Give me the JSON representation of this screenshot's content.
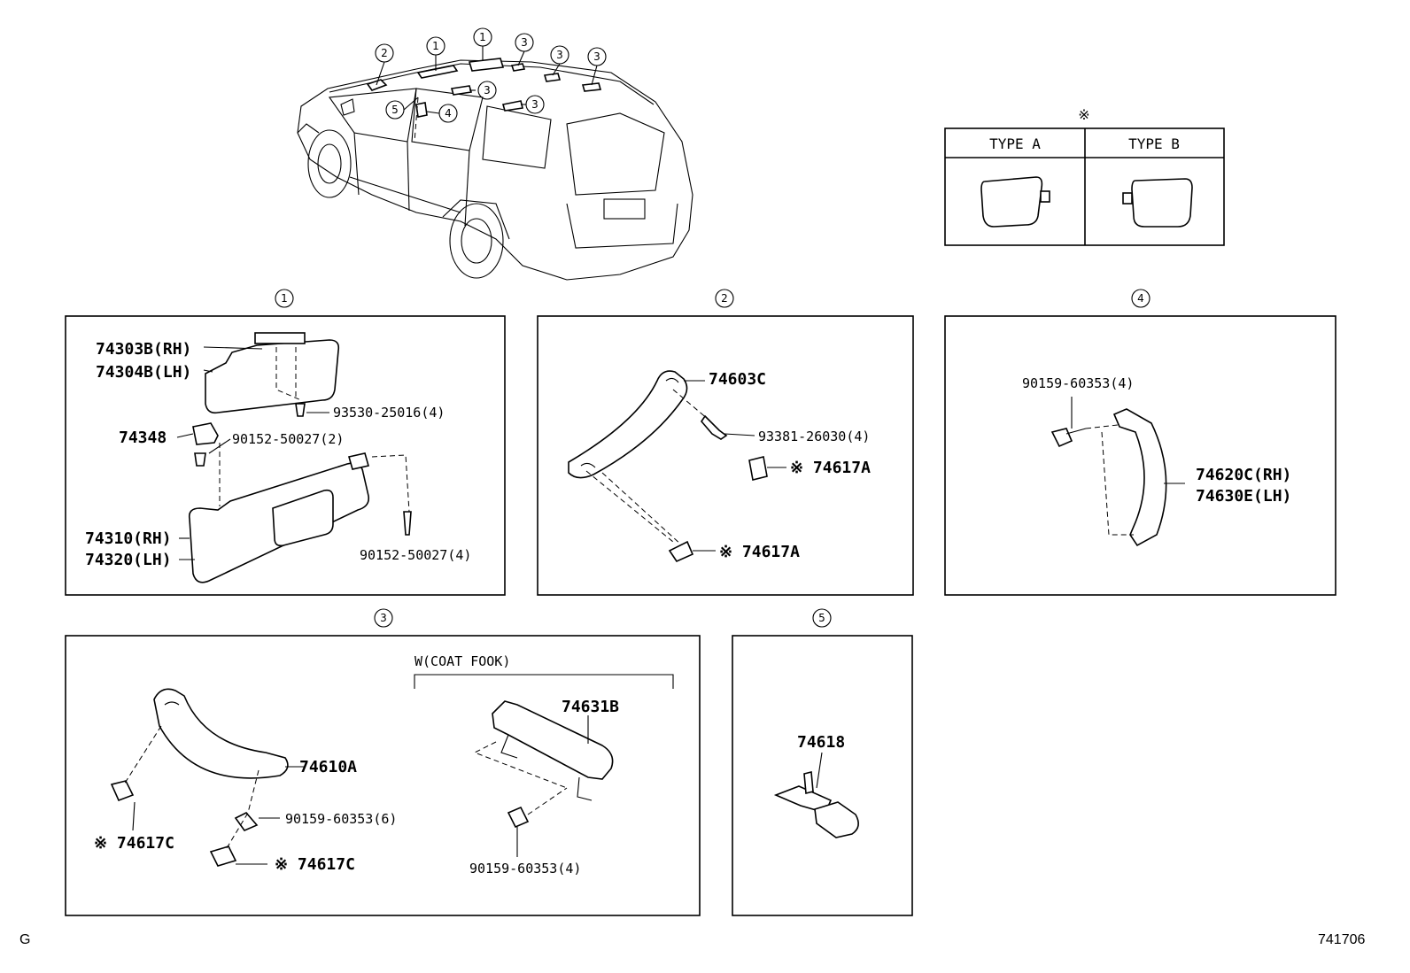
{
  "callouts": {
    "c1": "1",
    "c2": "2",
    "c3": "3",
    "c4": "4",
    "c5": "5"
  },
  "note_mark": "※",
  "type_table": {
    "type_a": "TYPE A",
    "type_b": "TYPE B"
  },
  "section1": {
    "visor_upper_rh": "74303B(RH)",
    "visor_upper_lh": "74304B(LH)",
    "screw_a": "93530-25016(4)",
    "holder": "74348",
    "screw_b": "90152-50027(2)",
    "visor_rh": "74310(RH)",
    "visor_lh": "74320(LH)",
    "screw_c": "90152-50027(4)"
  },
  "section2": {
    "grip": "74603C",
    "screw": "93381-26030(4)",
    "cover_a": "※ 74617A",
    "cover_b": "※ 74617A"
  },
  "section4": {
    "screw": "90159-60353(4)",
    "grip_rh": "74620C(RH)",
    "grip_lh": "74630E(LH)"
  },
  "section3": {
    "grip": "74610A",
    "screw": "90159-60353(6)",
    "cover_a": "※ 74617C",
    "cover_b": "※ 74617C",
    "coat_hook_heading": "W(COAT FOOK)",
    "coat_grip": "74631B",
    "coat_screw": "90159-60353(4)"
  },
  "section5": {
    "part": "74618"
  },
  "footer": {
    "left_code": "G",
    "diagram_number": "741706"
  }
}
